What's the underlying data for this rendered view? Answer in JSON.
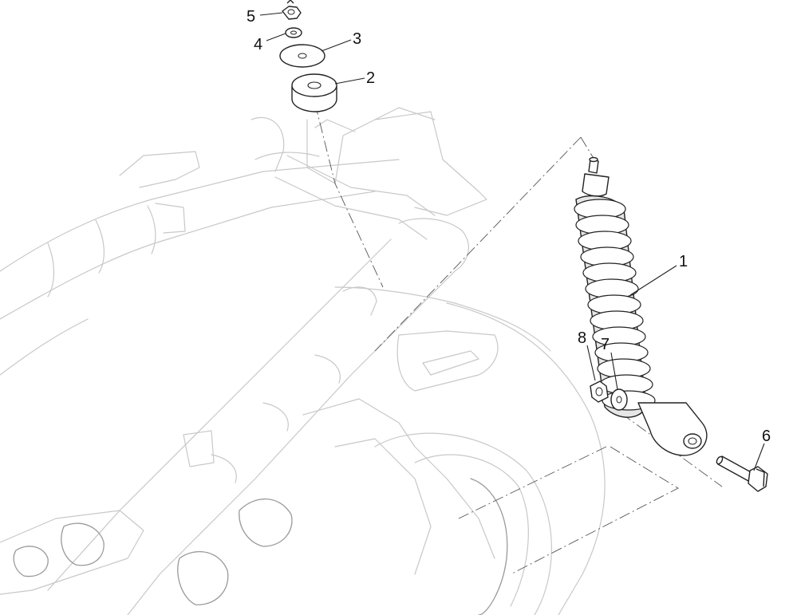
{
  "diagram": {
    "type": "exploded-parts-view",
    "callouts": [
      {
        "id": "1",
        "label": "1"
      },
      {
        "id": "2",
        "label": "2"
      },
      {
        "id": "3",
        "label": "3"
      },
      {
        "id": "4",
        "label": "4"
      },
      {
        "id": "5",
        "label": "5"
      },
      {
        "id": "6",
        "label": "6"
      },
      {
        "id": "7",
        "label": "7"
      },
      {
        "id": "8",
        "label": "8"
      }
    ],
    "colors": {
      "part_stroke": "#222222",
      "frame_stroke": "#c8c8c8",
      "background": "#ffffff"
    }
  }
}
